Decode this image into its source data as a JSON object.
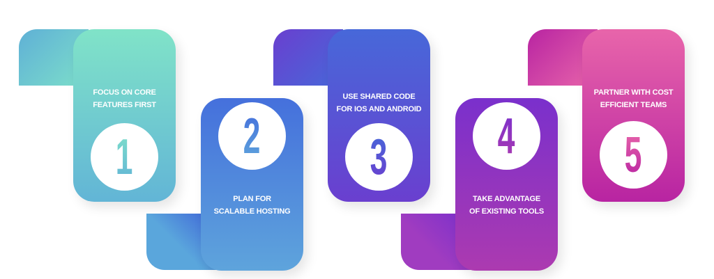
{
  "steps": [
    {
      "number": "1",
      "text": [
        "FOCUS ON CORE",
        "FEATURES FIRST"
      ],
      "colors": {
        "top": "#80e3c8",
        "bottom": "#62b5d6"
      }
    },
    {
      "number": "2",
      "text": [
        "PLAN FOR",
        "SCALABLE HOSTING"
      ],
      "colors": {
        "top": "#4570dc",
        "bottom": "#5ea4dc"
      }
    },
    {
      "number": "3",
      "text": [
        "USE SHARED CODE",
        "FOR IOS AND ANDROID"
      ],
      "colors": {
        "top": "#4768d9",
        "bottom": "#6a3fcf"
      }
    },
    {
      "number": "4",
      "text": [
        "TAKE ADVANTAGE",
        "OF EXISTING TOOLS"
      ],
      "colors": {
        "top": "#7a30cc",
        "bottom": "#ac3ab0"
      }
    },
    {
      "number": "5",
      "text": [
        "PARTNER WITH COST",
        "EFFICIENT TEAMS"
      ],
      "colors": {
        "top": "#e865aa",
        "bottom": "#b824a2"
      }
    }
  ]
}
